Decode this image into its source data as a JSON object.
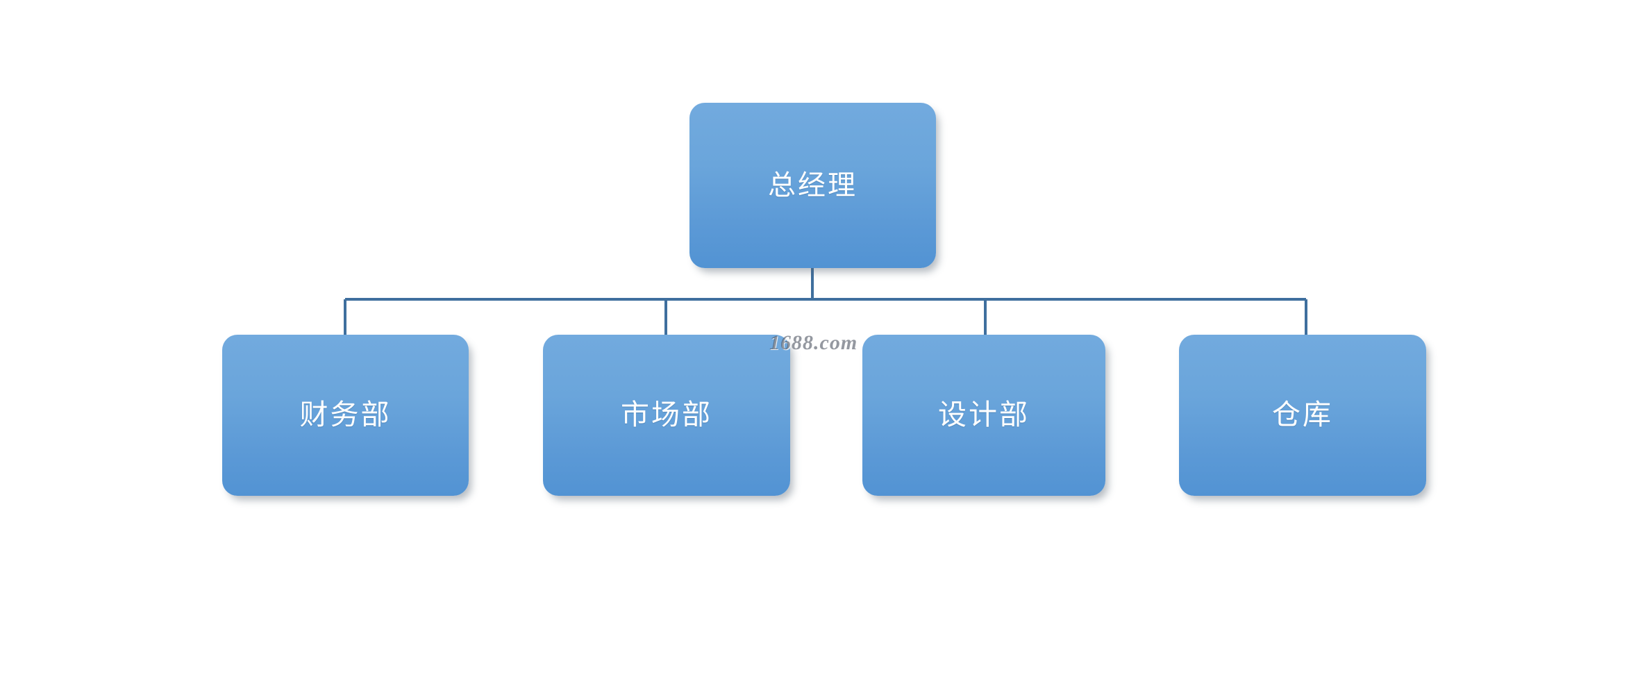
{
  "diagram": {
    "type": "org-chart",
    "title": "",
    "accent_color": "#5b99d6",
    "connector_color": "#3f6f9e",
    "label_color": "#ffffff",
    "background_color": "#ffffff",
    "root": {
      "id": "root",
      "label": "总经理"
    },
    "children": [
      {
        "id": "finance",
        "label": "财务部"
      },
      {
        "id": "market",
        "label": "市场部"
      },
      {
        "id": "design",
        "label": "设计部"
      },
      {
        "id": "warehouse",
        "label": "仓库"
      }
    ]
  },
  "watermark": {
    "text": "1688.com"
  }
}
